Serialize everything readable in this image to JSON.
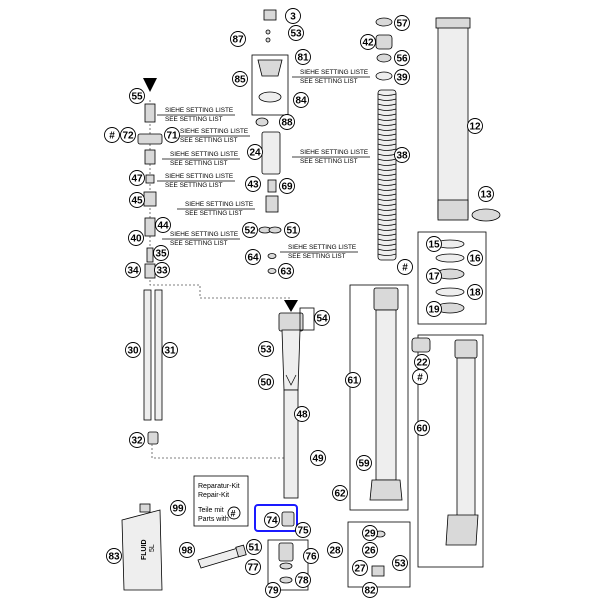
{
  "setting_list": {
    "de": "SIEHE SETTING LISTE",
    "en": "SEE SETTING LIST"
  },
  "repair_kit": {
    "line1": "Reparatur-Kit",
    "line2": "Repair-Kit",
    "line3": "Teile mit",
    "line4": "Parts with",
    "symbol": "#"
  },
  "fluid_can": {
    "label": "FLUID",
    "sub": "5L"
  },
  "callouts": [
    "3",
    "87",
    "53",
    "57",
    "42",
    "56",
    "39",
    "81",
    "85",
    "84",
    "12",
    "38",
    "55",
    "72",
    "71",
    "88",
    "24",
    "47",
    "43",
    "69",
    "45",
    "44",
    "13",
    "40",
    "35",
    "52",
    "51",
    "64",
    "63",
    "34",
    "33",
    "15",
    "16",
    "17",
    "18",
    "19",
    "54",
    "30",
    "31",
    "53",
    "50",
    "22",
    "61",
    "48",
    "49",
    "60",
    "32",
    "59",
    "62",
    "99",
    "74",
    "75",
    "28",
    "29",
    "26",
    "98",
    "51",
    "76",
    "27",
    "53",
    "77",
    "78",
    "79",
    "82",
    "83",
    "#",
    "#",
    "#"
  ],
  "highlight_color": "#1a1aff"
}
